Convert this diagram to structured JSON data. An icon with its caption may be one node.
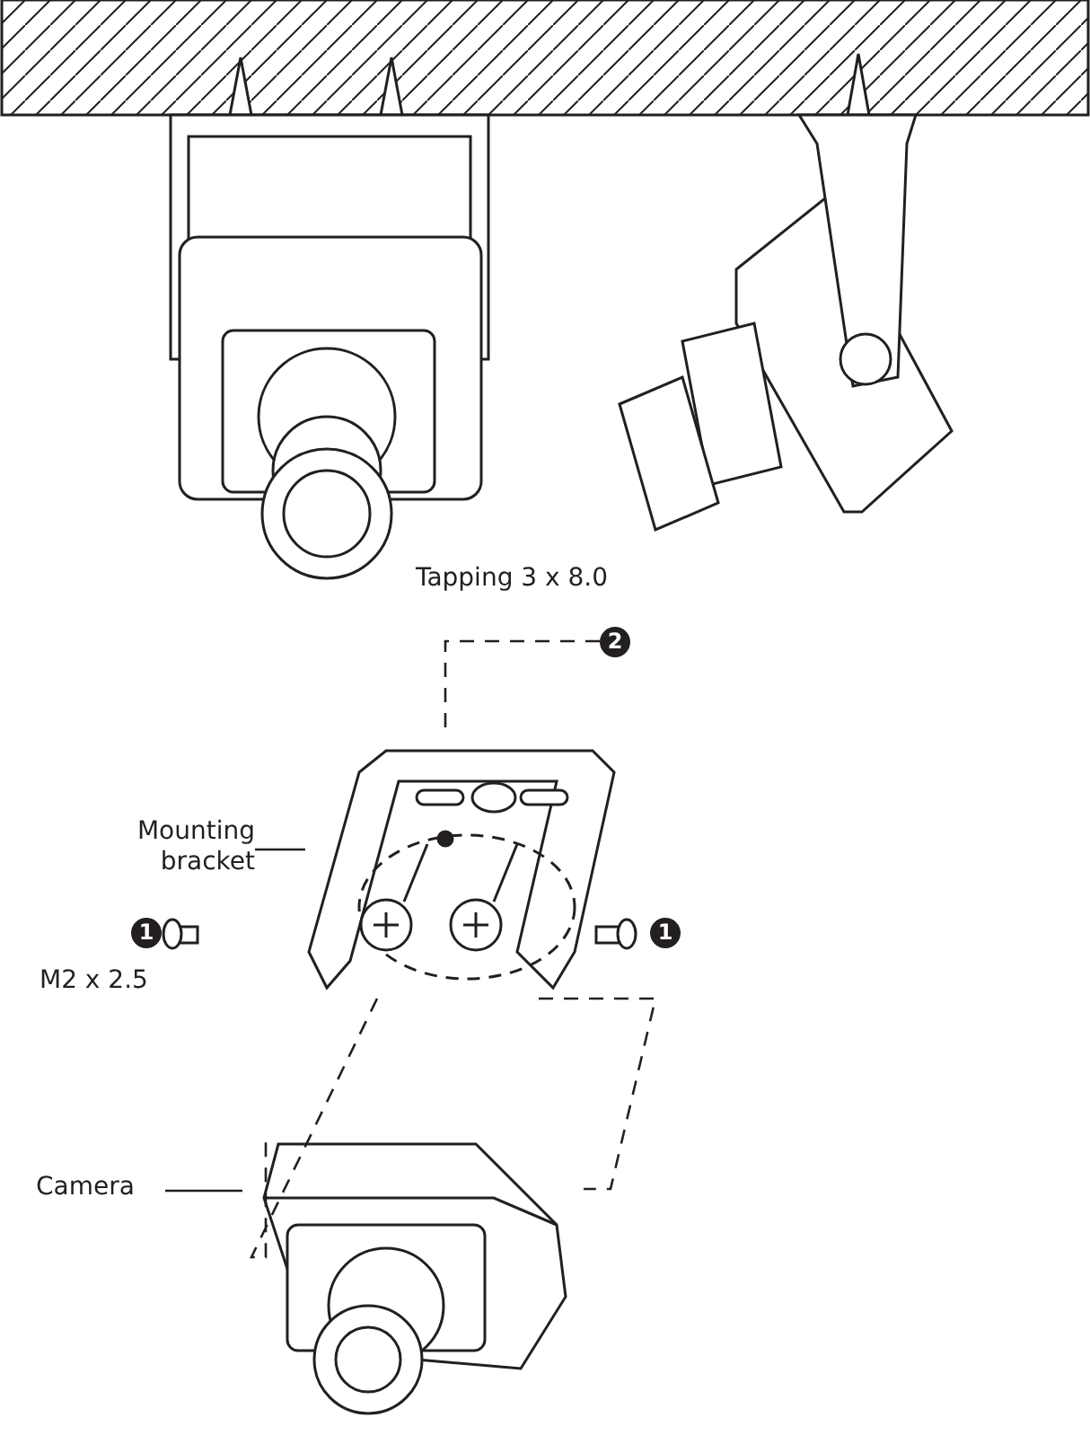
{
  "diagram": {
    "nodes": [
      {
        "text": [
          "Mounting bracket"
        ]
      },
      {
        "text": [],
        "shape": "picture"
      },
      {
        "text": [
          "Camera"
        ]
      },
      {
        "text": [],
        "shape": "picture"
      },
      {
        "text": [
          "2"
        ]
      },
      {
        "text": [
          "1"
        ]
      },
      {
        "text": [
          "1"
        ]
      }
    ],
    "edges": [
      {
        "from": 0,
        "to": 1,
        "arrow": "none"
      },
      {
        "from": 2,
        "to": 3,
        "arrow": "none"
      },
      {
        "from": 4,
        "to": 1,
        "arrow": "none",
        "style": "dashed"
      },
      {
        "from": 1,
        "to": 3,
        "arrow": "none",
        "style": "dashed"
      },
      {
        "from": 1,
        "to": 3,
        "arrow": "none",
        "style": "dashed"
      }
    ],
    "labels": [
      "Tapping 3 x 8.0",
      "M2 x 2.5"
    ]
  }
}
